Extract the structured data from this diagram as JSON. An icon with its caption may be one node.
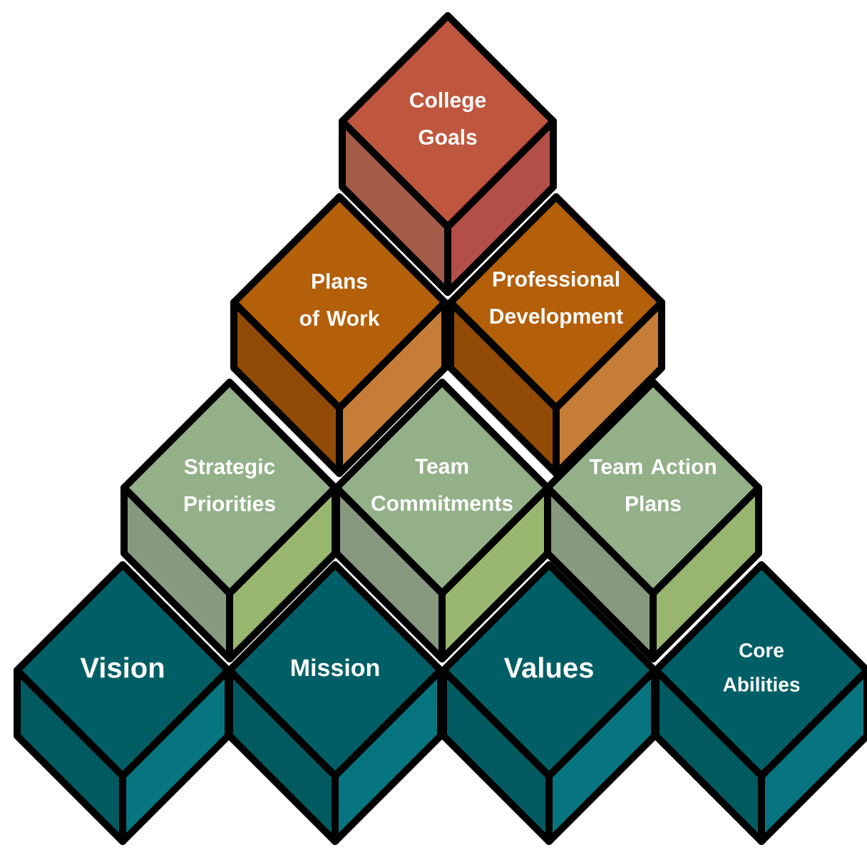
{
  "diagram": {
    "nodes": [
      {
        "text": [
          "College Goals"
        ]
      },
      {
        "text": [
          "Plans of Work"
        ]
      },
      {
        "text": [
          "Professional Development"
        ]
      },
      {
        "text": [
          "Strategic Priorities"
        ]
      },
      {
        "text": [
          "Team Commitments"
        ]
      },
      {
        "text": [
          "Team Action Plans"
        ]
      },
      {
        "text": [
          "Vision"
        ]
      },
      {
        "text": [
          "Mission"
        ]
      },
      {
        "text": [
          "Values"
        ]
      },
      {
        "text": [
          "Core Abilities"
        ]
      }
    ]
  }
}
